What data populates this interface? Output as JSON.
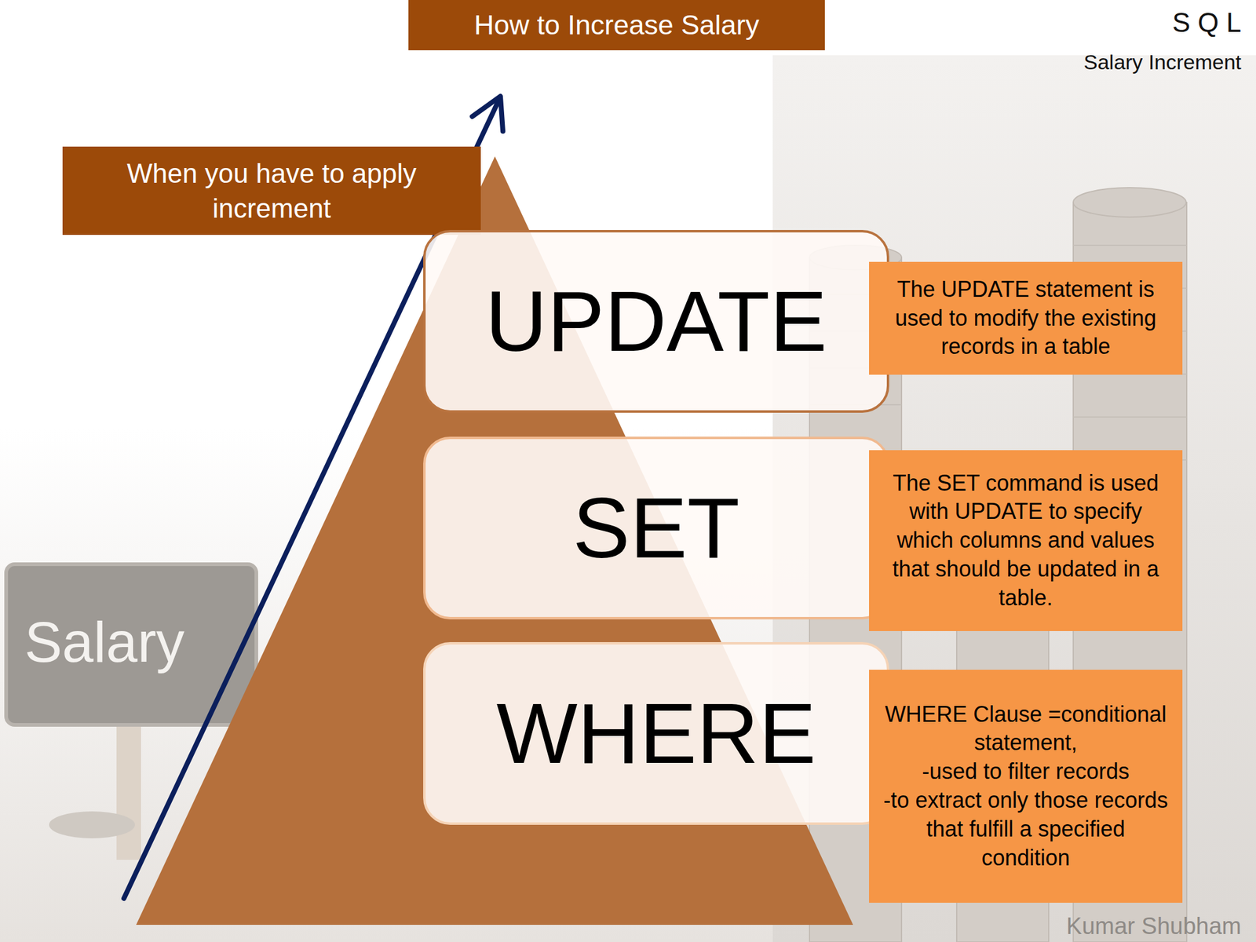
{
  "diagram": {
    "title": "How to Increase Salary",
    "nodes": [
      {
        "text": [
          "When you have to apply increment"
        ]
      },
      {
        "text": [
          "UPDATE"
        ]
      },
      {
        "text": [
          "The UPDATE statement is used to modify the existing records in a table"
        ]
      },
      {
        "text": [
          "SET"
        ]
      },
      {
        "text": [
          "The SET command is used with UPDATE to specify which columns and values that should be updated in a table."
        ]
      },
      {
        "text": [
          "WHERE"
        ]
      },
      {
        "text": [
          "WHERE Clause =conditional statement,",
          "-used to filter records",
          "-to extract only those records that fulfill a specified condition"
        ]
      }
    ],
    "labels": [
      "S Q L",
      "Salary Increment",
      "Salary",
      "Kumar Shubham"
    ]
  }
}
